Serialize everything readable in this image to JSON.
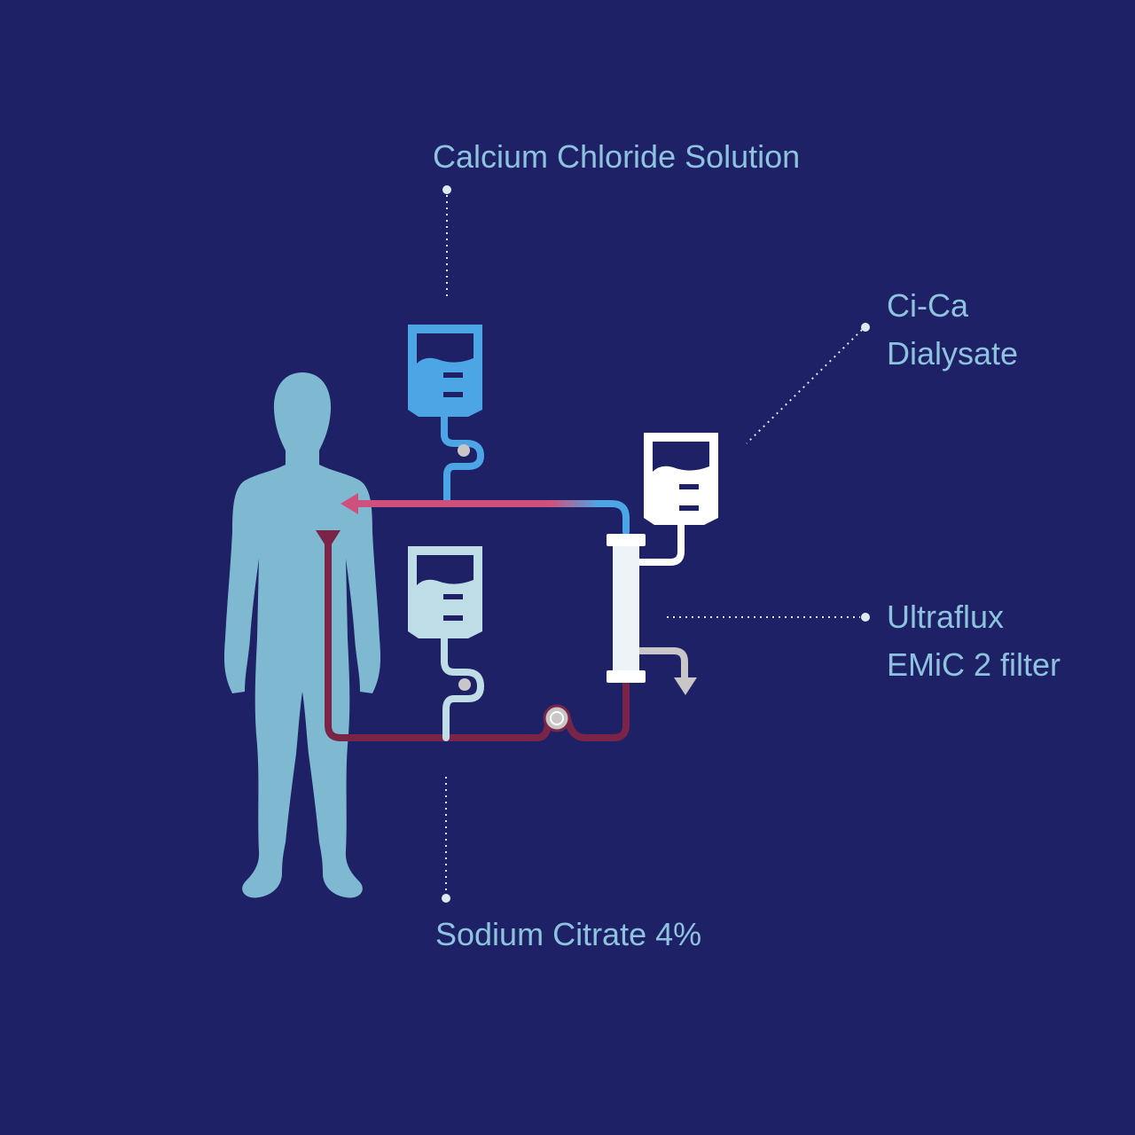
{
  "labels": {
    "calcium": "Calcium Chloride Solution",
    "dialysate_line1": "Ci-Ca",
    "dialysate_line2": "Dialysate",
    "filter_line1": "Ultraflux",
    "filter_line2": "EMiC 2 filter",
    "citrate": "Sodium Citrate 4%"
  },
  "colors": {
    "background": "#1e2166",
    "label_text": "#8ec3df",
    "human_silhouette": "#7eb9d1",
    "calcium_bag": "#4ca6e6",
    "citrate_bag": "#bfdde6",
    "dialysate_bag": "#ffffff",
    "venous_line": "#d0507c",
    "arterial_line": "#7a2448",
    "effluent_line": "#c8c6c6",
    "bag_window": "#1e2166"
  }
}
